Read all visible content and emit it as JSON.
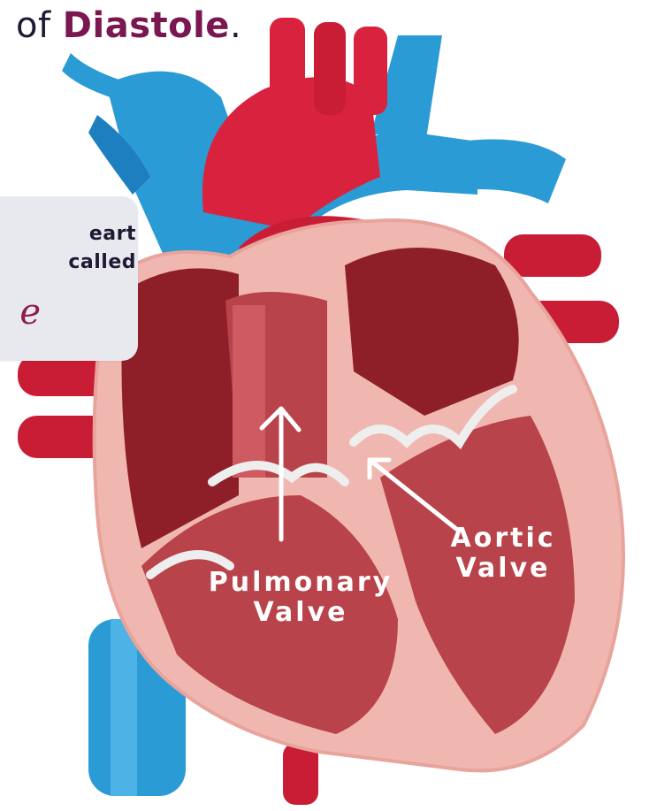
{
  "header": {
    "prefix": "of ",
    "emphasis": "Diastole",
    "suffix": "."
  },
  "info_card": {
    "line1": "eart",
    "line2": "called",
    "script_fragment": "e"
  },
  "labels": {
    "pulmonary": [
      "Pulmonary",
      "Valve"
    ],
    "aortic": [
      "Aortic",
      "Valve"
    ]
  },
  "colors": {
    "title_emphasis": "#7a1650",
    "vein_blue": "#2b9bd6",
    "artery_red": "#d9233e",
    "chamber_dark": "#8e1f28",
    "myocardium": "#f0b7b0",
    "label_text": "#ffffff"
  }
}
